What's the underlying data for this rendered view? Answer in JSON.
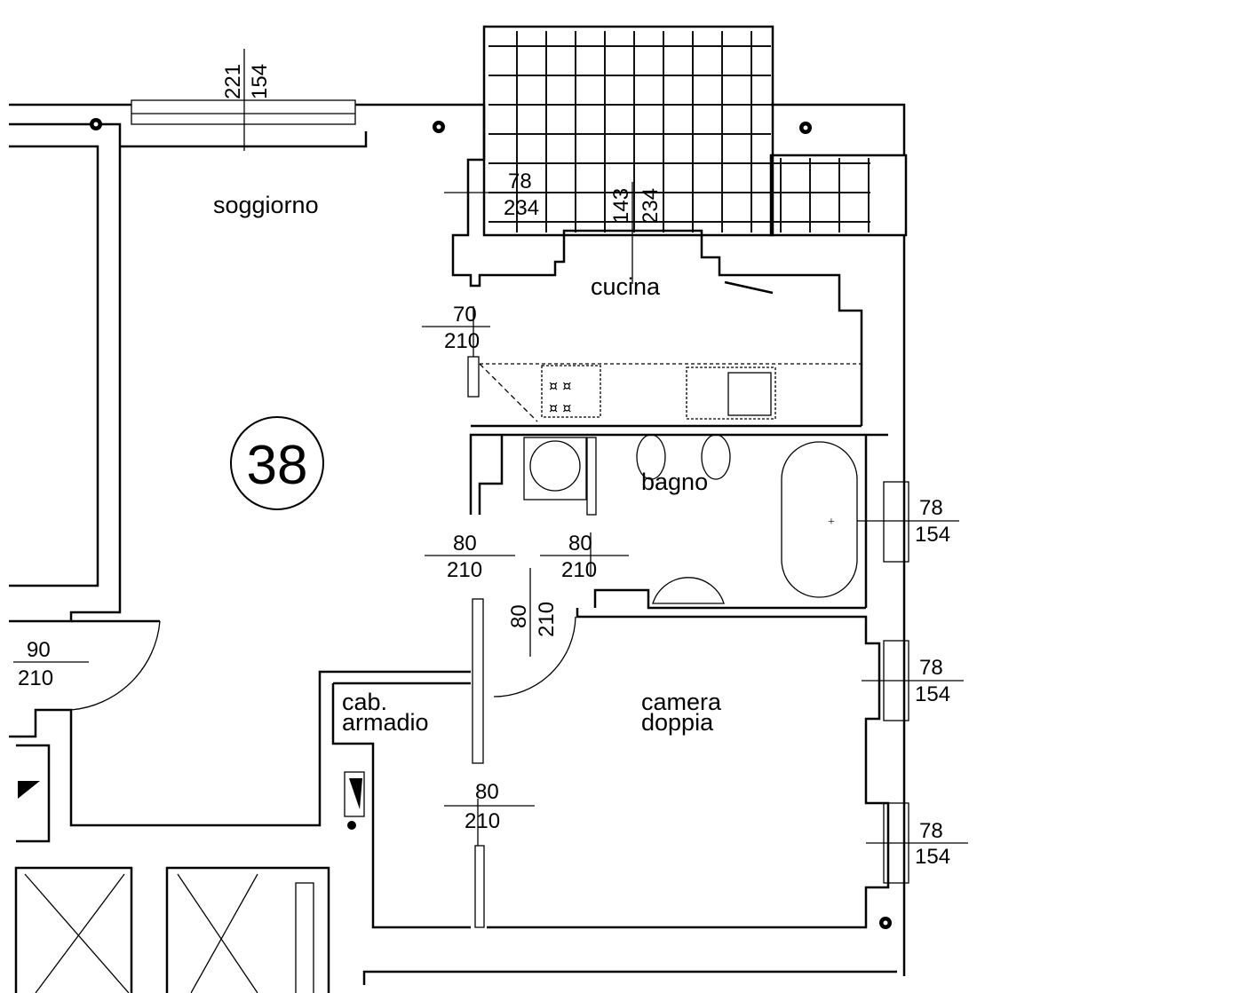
{
  "rooms": {
    "living": "soggiorno",
    "kitchen": "cucina",
    "bathroom": "bagno",
    "closet_line1": "cab.",
    "closet_line2": "armadio",
    "bedroom_line1": "camera",
    "bedroom_line2": "doppia"
  },
  "unit_number": "38",
  "dimensions": {
    "living_window": {
      "w": "221",
      "h": "154"
    },
    "terrace_door_left": {
      "w": "78",
      "h": "234"
    },
    "kitchen_window": {
      "w": "143",
      "h": "234"
    },
    "kitchen_door": {
      "w": "70",
      "h": "210"
    },
    "bath_door_left": {
      "w": "80",
      "h": "210"
    },
    "bath_door_right": {
      "w": "80",
      "h": "210"
    },
    "bedroom_door": {
      "w": "80",
      "h": "210"
    },
    "closet_door": {
      "w": "80",
      "h": "210"
    },
    "entrance_door": {
      "w": "90",
      "h": "210"
    },
    "bath_window": {
      "w": "78",
      "h": "154"
    },
    "bedroom_window_1": {
      "w": "78",
      "h": "154"
    },
    "bedroom_window_2": {
      "w": "78",
      "h": "154"
    }
  }
}
